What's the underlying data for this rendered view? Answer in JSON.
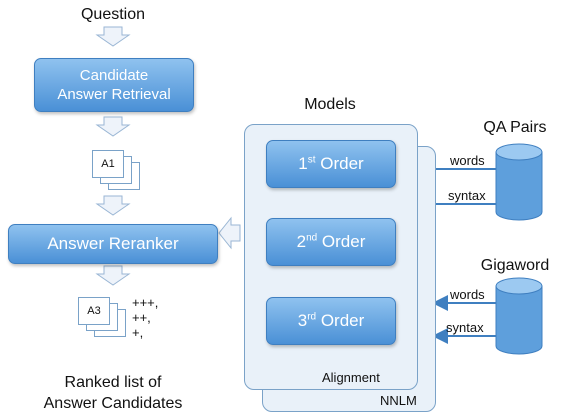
{
  "pipeline": {
    "question": "Question",
    "retrieval": "Candidate Answer Retrieval",
    "doc1": "A1",
    "reranker": "Answer Reranker",
    "doc3": "A3",
    "scores": [
      "+++,",
      "++,",
      "+,"
    ],
    "ranked_line1": "Ranked list of",
    "ranked_line2": "Answer Candidates"
  },
  "models": {
    "title": "Models",
    "order1_num": "1",
    "order1_sup": "st",
    "order1_word": " Order",
    "order2_num": "2",
    "order2_sup": "nd",
    "order2_word": " Order",
    "order3_num": "3",
    "order3_sup": "rd",
    "order3_word": " Order",
    "alignment": "Alignment",
    "nnlm": "NNLM"
  },
  "sources": {
    "qa_title": "QA Pairs",
    "qa_words": "words",
    "qa_syntax": "syntax",
    "giga_title": "Gigaword",
    "giga_words": "words",
    "giga_syntax": "syntax"
  }
}
